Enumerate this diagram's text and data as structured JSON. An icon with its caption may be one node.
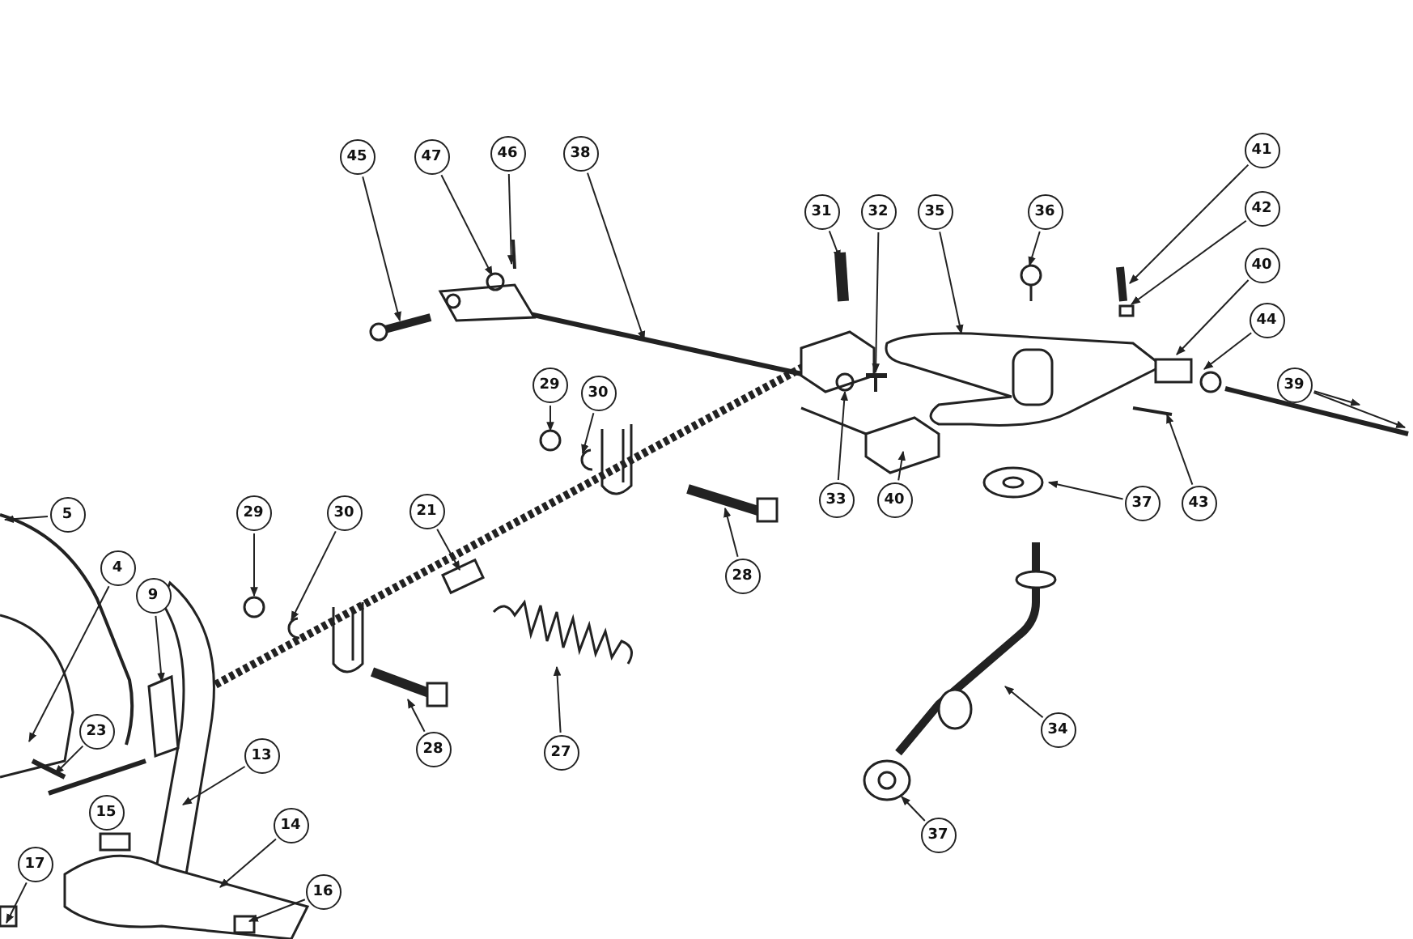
{
  "diagram": {
    "nodes": [
      {
        "text": [
          "45"
        ]
      },
      {
        "text": [
          "47"
        ]
      },
      {
        "text": [
          "46"
        ]
      },
      {
        "text": [
          "38"
        ]
      },
      {
        "text": [
          "41"
        ]
      },
      {
        "text": [
          "31"
        ]
      },
      {
        "text": [
          "32"
        ]
      },
      {
        "text": [
          "35"
        ]
      },
      {
        "text": [
          "36"
        ]
      },
      {
        "text": [
          "42"
        ]
      },
      {
        "text": [
          "40"
        ]
      },
      {
        "text": [
          "44"
        ]
      },
      {
        "text": [
          "39"
        ]
      },
      {
        "text": [
          "29"
        ]
      },
      {
        "text": [
          "30"
        ]
      },
      {
        "text": [
          "33"
        ]
      },
      {
        "text": [
          "40"
        ]
      },
      {
        "text": [
          "37"
        ]
      },
      {
        "text": [
          "43"
        ]
      },
      {
        "text": [
          "5"
        ]
      },
      {
        "text": [
          "29"
        ]
      },
      {
        "text": [
          "30"
        ]
      },
      {
        "text": [
          "21"
        ]
      },
      {
        "text": [
          "4"
        ]
      },
      {
        "text": [
          "9"
        ]
      },
      {
        "text": [
          "28"
        ]
      },
      {
        "text": [
          "23"
        ]
      },
      {
        "text": [
          "28"
        ]
      },
      {
        "text": [
          "27"
        ]
      },
      {
        "text": [
          "13"
        ]
      },
      {
        "text": [
          "14"
        ]
      },
      {
        "text": [
          "34"
        ]
      },
      {
        "text": [
          "17"
        ]
      },
      {
        "text": [
          "16"
        ]
      },
      {
        "text": [
          "37"
        ]
      },
      {
        "text": [
          "15"
        ]
      }
    ],
    "edges": [
      {
        "from": 0,
        "to": null,
        "arrow": "to"
      },
      {
        "from": 1,
        "to": null,
        "arrow": "to"
      },
      {
        "from": 2,
        "to": null,
        "arrow": "to"
      },
      {
        "from": 3,
        "to": null,
        "arrow": "to"
      },
      {
        "from": 4,
        "to": null,
        "arrow": "to"
      },
      {
        "from": 5,
        "to": null,
        "arrow": "to"
      },
      {
        "from": 6,
        "to": null,
        "arrow": "to"
      },
      {
        "from": 7,
        "to": null,
        "arrow": "to"
      },
      {
        "from": 8,
        "to": null,
        "arrow": "to"
      },
      {
        "from": 9,
        "to": null,
        "arrow": "to"
      },
      {
        "from": 10,
        "to": null,
        "arrow": "to"
      },
      {
        "from": 11,
        "to": null,
        "arrow": "to"
      },
      {
        "from": 12,
        "to": null,
        "arrow": "to"
      },
      {
        "from": 12,
        "to": null,
        "arrow": "to"
      },
      {
        "from": 13,
        "to": null,
        "arrow": "to"
      },
      {
        "from": 14,
        "to": null,
        "arrow": "to"
      },
      {
        "from": 15,
        "to": null,
        "arrow": "to"
      },
      {
        "from": 16,
        "to": null,
        "arrow": "to"
      },
      {
        "from": 17,
        "to": null,
        "arrow": "to"
      },
      {
        "from": 18,
        "to": null,
        "arrow": "to"
      },
      {
        "from": 19,
        "to": null,
        "arrow": "to"
      },
      {
        "from": 20,
        "to": null,
        "arrow": "to"
      },
      {
        "from": 21,
        "to": null,
        "arrow": "to"
      },
      {
        "from": 22,
        "to": null,
        "arrow": "to"
      },
      {
        "from": 23,
        "to": null,
        "arrow": "to"
      },
      {
        "from": 24,
        "to": null,
        "arrow": "to"
      },
      {
        "from": 25,
        "to": null,
        "arrow": "to"
      },
      {
        "from": 26,
        "to": null,
        "arrow": "to"
      },
      {
        "from": 27,
        "to": null,
        "arrow": "to"
      },
      {
        "from": 28,
        "to": null,
        "arrow": "to"
      },
      {
        "from": 29,
        "to": null,
        "arrow": "to"
      },
      {
        "from": 30,
        "to": null,
        "arrow": "to"
      },
      {
        "from": 31,
        "to": null,
        "arrow": "to"
      },
      {
        "from": 32,
        "to": null,
        "arrow": "to"
      },
      {
        "from": 33,
        "to": null,
        "arrow": "to"
      },
      {
        "from": 34,
        "to": null,
        "arrow": "to"
      }
    ]
  }
}
